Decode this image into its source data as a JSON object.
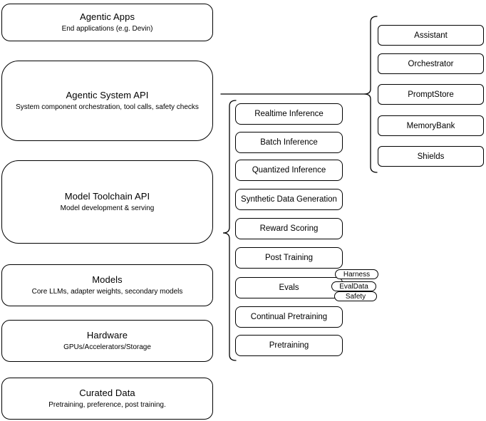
{
  "diagram": {
    "left_stack": [
      {
        "title": "Agentic Apps",
        "subtitle": "End applications (e.g. Devin)"
      },
      {
        "title": "Agentic System API",
        "subtitle": "System component orchestration, tool calls, safety checks"
      },
      {
        "title": "Model Toolchain API",
        "subtitle": "Model development & serving"
      },
      {
        "title": "Models",
        "subtitle": "Core LLMs, adapter weights, secondary models"
      },
      {
        "title": "Hardware",
        "subtitle": "GPUs/Accelerators/Storage"
      },
      {
        "title": "Curated Data",
        "subtitle": "Pretraining, preference, post training."
      }
    ],
    "toolchain_items": [
      "Realtime Inference",
      "Batch Inference",
      "Quantized Inference",
      "Synthetic Data Generation",
      "Reward Scoring",
      "Post Training",
      "Evals",
      "Continual Pretraining",
      "Pretraining"
    ],
    "eval_tags": [
      "Harness",
      "EvalData",
      "Safety"
    ],
    "system_components": [
      "Assistant",
      "Orchestrator",
      "PromptStore",
      "MemoryBank",
      "Shields"
    ],
    "colors": {
      "border": "#000000",
      "fill": "#ffffff",
      "text": "#000000"
    }
  }
}
